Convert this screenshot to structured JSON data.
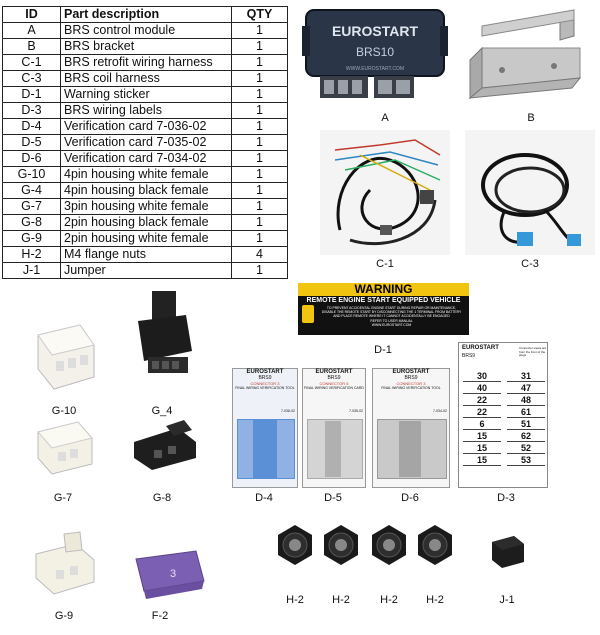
{
  "table": {
    "headers": {
      "id": "ID",
      "description": "Part description",
      "qty": "QTY"
    },
    "rows": [
      {
        "id": "A",
        "description": "BRS control module",
        "qty": "1"
      },
      {
        "id": "B",
        "description": "BRS bracket",
        "qty": "1"
      },
      {
        "id": "C-1",
        "description": "BRS retrofit wiring harness",
        "qty": "1"
      },
      {
        "id": "C-3",
        "description": "BRS coil harness",
        "qty": "1"
      },
      {
        "id": "D-1",
        "description": "Warning sticker",
        "qty": "1"
      },
      {
        "id": "D-3",
        "description": "BRS wiring labels",
        "qty": "1"
      },
      {
        "id": "D-4",
        "description": "Verification card 7-036-02",
        "qty": "1"
      },
      {
        "id": "D-5",
        "description": "Verification card 7-035-02",
        "qty": "1"
      },
      {
        "id": "D-6",
        "description": "Verification card 7-034-02",
        "qty": "1"
      },
      {
        "id": "G-10",
        "description": "4pin housing white female",
        "qty": "1"
      },
      {
        "id": "G-4",
        "description": "4pin housing black female",
        "qty": "1"
      },
      {
        "id": "G-7",
        "description": "3pin housing white female",
        "qty": "1"
      },
      {
        "id": "G-8",
        "description": "2pin housing black female",
        "qty": "1"
      },
      {
        "id": "G-9",
        "description": "2pin housing white female",
        "qty": "1"
      },
      {
        "id": "H-2",
        "description": "M4 flange nuts",
        "qty": "4"
      },
      {
        "id": "J-1",
        "description": "Jumper",
        "qty": "1"
      }
    ]
  },
  "module": {
    "brand": "EUROSTART",
    "model": "BRS10",
    "website": "WWW.EUROSTART.COM"
  },
  "sticker": {
    "heading": "WARNING",
    "subheading": "REMOTE ENGINE START EQUIPPED VEHICLE",
    "line1": "TO PREVENT ACCIDENTAL ENGINE START DURING REPAIR OR MAINTENANCE,",
    "line2": "DISABLE THE REMOTE START BY DISCONNECTING THE 1 TERMINAL FROM BATTERY",
    "line3": "AND PLACE REMOTE WHERE IT CANNOT ACCIDENTALLY BE ENGAGED",
    "line4": "REFER TO USER MANUAL",
    "website": "WWW.EUROSTART.COM"
  },
  "cards": [
    {
      "brand": "EUROSTART",
      "model": "BRS9",
      "connector": "CONNECTOR 3",
      "tool": "FINAL WIRING VERIFICATION TOOL",
      "code": "7-036-02"
    },
    {
      "brand": "EUROSTART",
      "model": "BRS9",
      "connector": "CONNECTOR 6",
      "tool": "FINAL WIRING VERIFICATION CARD",
      "code": "7-035-02"
    },
    {
      "brand": "EUROSTART",
      "model": "BRS9",
      "connector": "CONNECTOR 3",
      "tool": "FINAL WIRING VERIFICATION TOOL",
      "code": "7-034-02"
    }
  ],
  "labels_sheet": {
    "brand": "EUROSTART",
    "model": "BRS9",
    "note": "Connector views are from the front of the plugs",
    "numbers": [
      "30",
      "31",
      "40",
      "47",
      "22",
      "48",
      "22",
      "61",
      "6",
      "51",
      "15",
      "62",
      "15",
      "52",
      "15",
      "53"
    ]
  },
  "captions": {
    "A": "A",
    "B": "B",
    "C1": "C-1",
    "C3": "C-3",
    "D1": "D-1",
    "G10": "G-10",
    "G4": "G_4",
    "G7": "G-7",
    "G8": "G-8",
    "G9": "G-9",
    "F2": "F-2",
    "D4": "D-4",
    "D5": "D-5",
    "D6": "D-6",
    "D3": "D-3",
    "H2a": "H-2",
    "H2b": "H-2",
    "H2c": "H-2",
    "H2d": "H-2",
    "J1": "J-1"
  },
  "fuse_value": "3",
  "colors": {
    "module_body": "#2a3548",
    "warning_bg": "#111111",
    "warning_header": "#f1c40f",
    "card_blue": "#5b8fd6",
    "fuse_purple": "#7b5fb3",
    "nut_black": "#1a1a1a"
  }
}
